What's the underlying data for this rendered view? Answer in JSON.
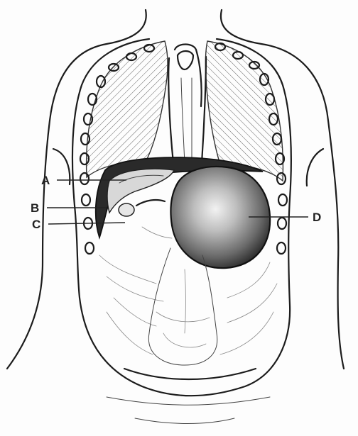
{
  "labels": {
    "a": "A",
    "b": "B",
    "c": "C",
    "d": "D"
  },
  "colors": {
    "ink": "#1c1c1c",
    "background": "#fdfdfd",
    "mass_shade": "#555555"
  }
}
